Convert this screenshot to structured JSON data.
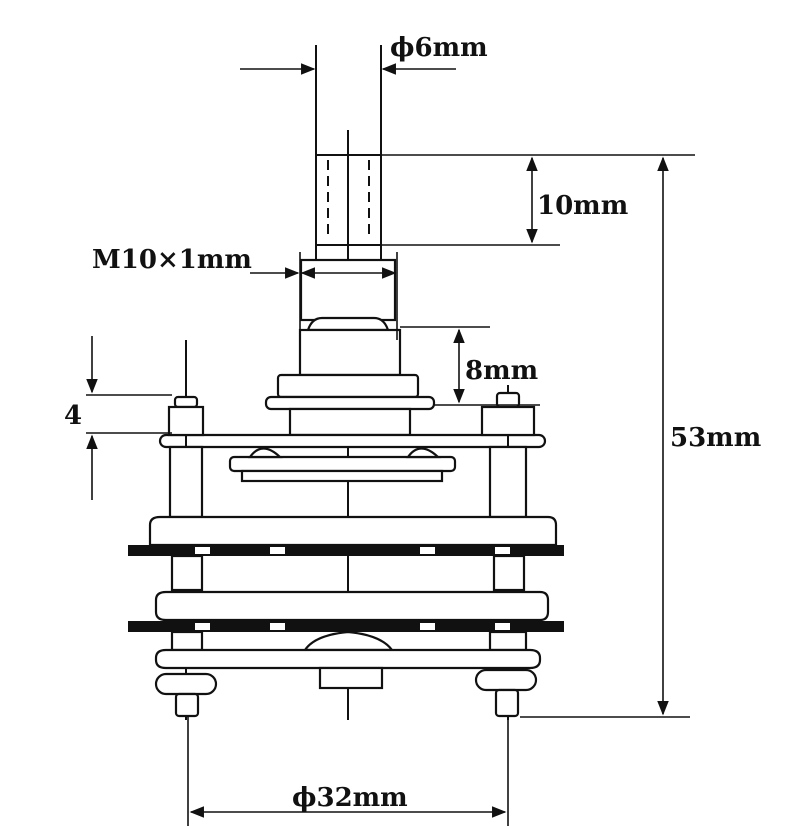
{
  "labels": {
    "shaft_diameter": "ϕ6mm",
    "shaft_length": "10mm",
    "thread": "M10×1mm",
    "bushing_height": "8mm",
    "overall_height": "53mm",
    "deck_spacing": "4",
    "body_diameter": "ϕ32mm"
  }
}
